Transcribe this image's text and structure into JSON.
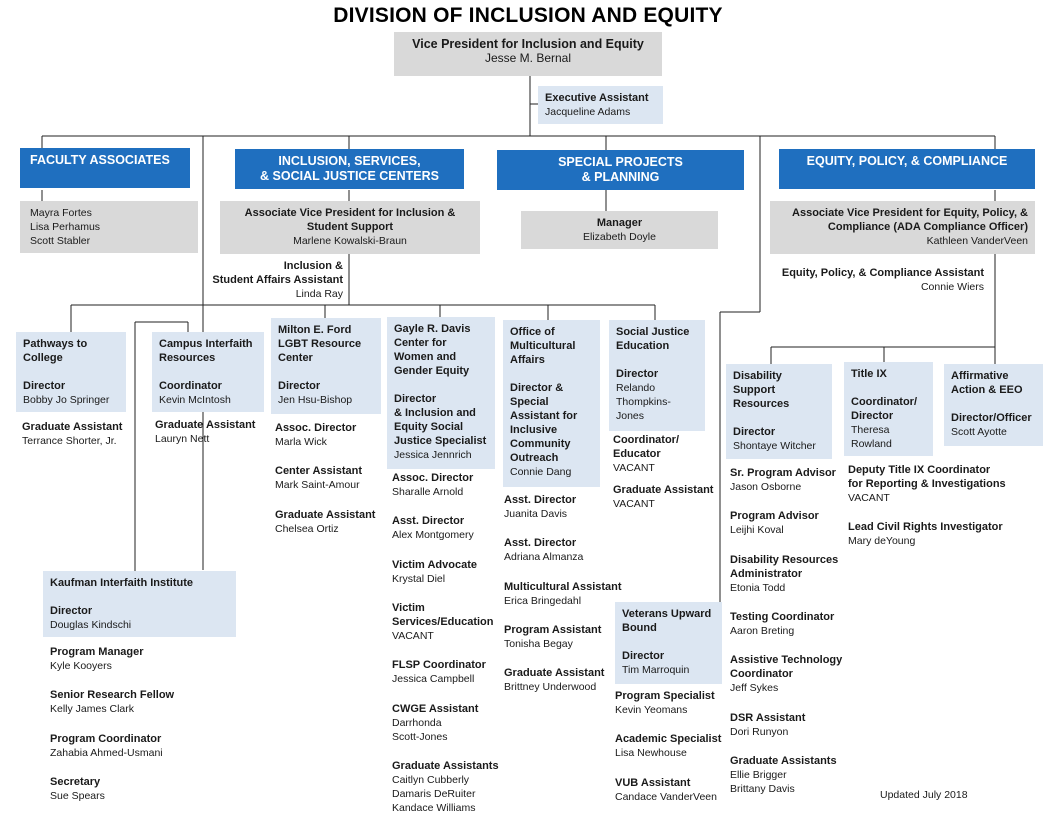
{
  "title": "DIVISION OF INCLUSION AND EQUITY",
  "vp": {
    "title": "Vice President for Inclusion and Equity",
    "name": "Jesse M. Bernal"
  },
  "exec_assistant": {
    "title": "Executive Assistant",
    "name": "Jacqueline Adams"
  },
  "units": {
    "faculty": {
      "header": "FACULTY ASSOCIATES",
      "names": [
        "Mayra Fortes",
        "Lisa Perhamus",
        "Scott Stabler"
      ]
    },
    "isjc": {
      "header_line1": "INCLUSION, SERVICES,",
      "header_line2": "& SOCIAL JUSTICE CENTERS",
      "avp_title_line1": "Associate Vice President for Inclusion &",
      "avp_title_line2": "Student Support",
      "avp_name": "Marlene Kowalski-Braun",
      "assistant_line1": "Inclusion &",
      "assistant_line2": "Student Affairs Assistant",
      "assistant_name": "Linda Ray"
    },
    "special": {
      "header_line1": "SPECIAL PROJECTS",
      "header_line2": "& PLANNING",
      "manager_title": "Manager",
      "manager_name": "Elizabeth Doyle"
    },
    "epc": {
      "header": "EQUITY,  POLICY, & COMPLIANCE",
      "avp_title_line1": "Associate Vice President for Equity, Policy, &",
      "avp_title_line2": "Compliance  (ADA Compliance Officer)",
      "avp_name": "Kathleen VanderVeen",
      "assistant_title": "Equity, Policy, & Compliance Assistant",
      "assistant_name": "Connie Wiers"
    }
  },
  "centers": {
    "pathways": {
      "name_line1": "Pathways to",
      "name_line2": "College",
      "role": "Director",
      "person": "Bobby  Jo Springer",
      "staff": [
        {
          "title": "Graduate Assistant",
          "name": "Terrance Shorter, Jr."
        }
      ]
    },
    "interfaith": {
      "name_line1": "Campus Interfaith",
      "name_line2": "Resources",
      "role": "Coordinator",
      "person": "Kevin McIntosh",
      "staff": [
        {
          "title": "Graduate Assistant",
          "name": "Lauryn Nett"
        }
      ]
    },
    "lgbt": {
      "name_line1": "Milton E. Ford",
      "name_line2": "LGBT Resource",
      "name_line3": "Center",
      "role": "Director",
      "person": "Jen Hsu-Bishop",
      "staff": [
        {
          "title": "Assoc. Director",
          "name": "Marla Wick"
        },
        {
          "title": "Center Assistant",
          "name": "Mark Saint-Amour"
        },
        {
          "title": "Graduate Assistant",
          "name": "Chelsea Ortiz"
        }
      ]
    },
    "womens": {
      "name_line1": "Gayle R. Davis",
      "name_line2": "Center for",
      "name_line3": "Women and",
      "name_line4": "Gender Equity",
      "role_line1": "Director",
      "role_line2": "& Inclusion and",
      "role_line3": "Equity Social",
      "role_line4": "Justice Specialist",
      "person": "Jessica Jennrich",
      "staff": [
        {
          "title": "Assoc. Director",
          "name": "Sharalle Arnold"
        },
        {
          "title": "Asst. Director",
          "name": "Alex Montgomery"
        },
        {
          "title": "Victim Advocate",
          "name": "Krystal Diel"
        },
        {
          "title_line1": "Victim",
          "title_line2": "Services/Education",
          "name": "VACANT"
        },
        {
          "title": "FLSP Coordinator",
          "name": "Jessica Campbell"
        },
        {
          "title": "CWGE Assistant",
          "name_line1": "Darrhonda",
          "name_line2": "Scott-Jones"
        },
        {
          "title": "Graduate Assistants",
          "names": [
            "Caitlyn Cubberly",
            "Damaris DeRuiter",
            "Kandace Williams"
          ]
        }
      ]
    },
    "oma": {
      "name_line1": "Office of",
      "name_line2": "Multicultural",
      "name_line3": "Affairs",
      "role_line1": "Director &",
      "role_line2": "Special",
      "role_line3": "Assistant for",
      "role_line4": "Inclusive",
      "role_line5": "Community",
      "role_line6": "Outreach",
      "person": "Connie Dang",
      "staff": [
        {
          "title": "Asst. Director",
          "name": "Juanita Davis"
        },
        {
          "title": "Asst. Director",
          "name": "Adriana Almanza"
        },
        {
          "title": "Multicultural Assistant",
          "name": "Erica Bringedahl"
        },
        {
          "title": "Program Assistant",
          "name": "Tonisha Begay"
        },
        {
          "title": "Graduate Assistant",
          "name": "Brittney Underwood"
        }
      ]
    },
    "sje": {
      "name_line1": "Social Justice",
      "name_line2": "Education",
      "role": "Director",
      "person_line1": "Relando",
      "person_line2": "Thompkins-",
      "person_line3": "Jones",
      "staff": [
        {
          "title_line1": "Coordinator/",
          "title_line2": "Educator",
          "name": "VACANT"
        },
        {
          "title": "Graduate Assistant",
          "name": "VACANT"
        }
      ]
    },
    "kaufman": {
      "name": "Kaufman Interfaith Institute",
      "role": "Director",
      "person": "Douglas Kindschi",
      "staff": [
        {
          "title": "Program Manager",
          "name": "Kyle Kooyers"
        },
        {
          "title": "Senior Research Fellow",
          "name": "Kelly James Clark"
        },
        {
          "title": "Program Coordinator",
          "name": "Zahabia Ahmed-Usmani"
        },
        {
          "title": "Secretary",
          "name": "Sue Spears"
        }
      ]
    },
    "veterans": {
      "name_line1": "Veterans Upward",
      "name_line2": "Bound",
      "role": "Director",
      "person": "Tim Marroquin",
      "staff": [
        {
          "title": "Program Specialist",
          "name": "Kevin Yeomans"
        },
        {
          "title": "Academic Specialist",
          "name": "Lisa Newhouse"
        },
        {
          "title": "VUB Assistant",
          "name": "Candace VanderVeen"
        }
      ]
    },
    "dsr": {
      "name_line1": "Disability",
      "name_line2": "Support",
      "name_line3": "Resources",
      "role": "Director",
      "person": "Shontaye Witcher",
      "staff": [
        {
          "title": "Sr. Program Advisor",
          "name": "Jason Osborne"
        },
        {
          "title": "Program Advisor",
          "name": "Leijhi Koval"
        },
        {
          "title_line1": "Disability Resources",
          "title_line2": "Administrator",
          "name": "Etonia Todd"
        },
        {
          "title": "Testing Coordinator",
          "name": "Aaron Breting"
        },
        {
          "title_line1": "Assistive Technology",
          "title_line2": "Coordinator",
          "name": "Jeff Sykes"
        },
        {
          "title": "DSR Assistant",
          "name": "Dori Runyon"
        },
        {
          "title": "Graduate Assistants",
          "names": [
            "Ellie Brigger",
            "Brittany Davis"
          ]
        }
      ]
    },
    "titleix": {
      "name": "Title IX",
      "role_line1": "Coordinator/",
      "role_line2": "Director",
      "person_line1": "Theresa",
      "person_line2": "Rowland",
      "staff": [
        {
          "title_line1": "Deputy Title IX  Coordinator",
          "title_line2": "for Reporting & Investigations",
          "name": "VACANT"
        },
        {
          "title": "Lead Civil Rights Investigator",
          "name": "Mary deYoung"
        }
      ]
    },
    "aa": {
      "name_line1": "Affirmative",
      "name_line2": "Action & EEO",
      "role": "Director/Officer",
      "person": "Scott Ayotte"
    }
  },
  "footer": {
    "updated": "Updated  July 2018"
  },
  "colors": {
    "header_blue": "#1f6fbf",
    "light_blue": "#dce6f2",
    "gray": "#d9d9d9",
    "line": "#222222"
  }
}
